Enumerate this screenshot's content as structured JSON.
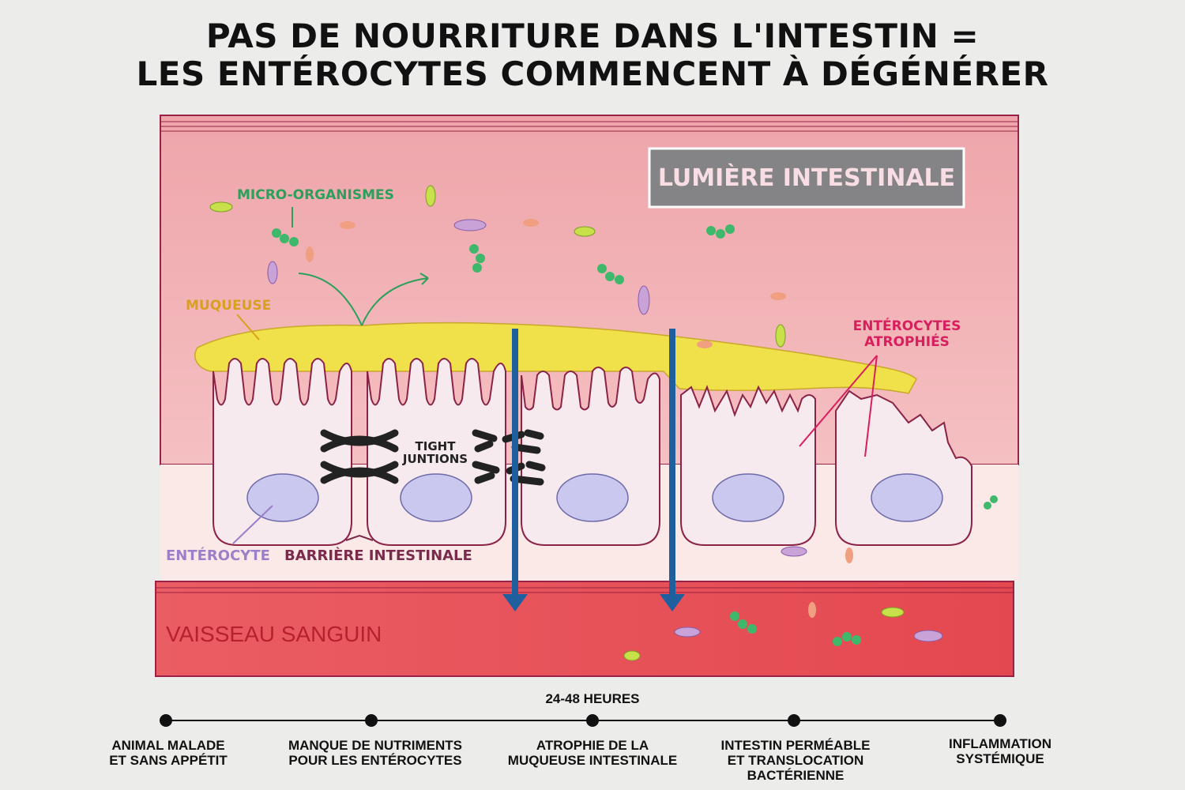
{
  "title": {
    "line1": "PAS DE NOURRITURE DANS L'INTESTIN =",
    "line2": "LES ENTÉROCYTES COMMENCENT À DÉGÉNÉRER"
  },
  "labels": {
    "lumen": "LUMIÈRE INTESTINALE",
    "microorganisms": "MICRO-ORGANISMES",
    "mucus": "MUQUEUSE",
    "atrophied_line1": "ENTÉROCYTES",
    "atrophied_line2": "ATROPHIÉS",
    "tight_line1": "TIGHT",
    "tight_line2": "JUNTIONS",
    "enterocyte": "ENTÉROCYTE",
    "barrier": "BARRIÈRE INTESTINALE",
    "vessel": "VAISSEAU SANGUIN"
  },
  "colors": {
    "lumen_bg": "#f2b5b8",
    "vessel_bg": "#e8595f",
    "mucus": "#f0e04a",
    "cell": "#f5e6ec",
    "nucleus": "#c9c6ee",
    "arrow": "#1f5f9e",
    "green_label": "#2aa05a",
    "mucus_label": "#d9a020",
    "pink_label": "#d81f5e",
    "enterocyte_label": "#9b7fc8",
    "barrier_label": "#7a2a4a",
    "vessel_label": "#b8202c"
  },
  "timeline": {
    "heading": "24-48 HEURES",
    "steps": [
      {
        "line1": "ANIMAL MALADE",
        "line2": "ET SANS APPÉTIT",
        "line3": ""
      },
      {
        "line1": "MANQUE DE NUTRIMENTS",
        "line2": "POUR LES ENTÉROCYTES",
        "line3": ""
      },
      {
        "line1": "ATROPHIE DE LA",
        "line2": "MUQUEUSE INTESTINALE",
        "line3": ""
      },
      {
        "line1": "INTESTIN PERMÉABLE",
        "line2": "ET TRANSLOCATION",
        "line3": "BACTÉRIENNE"
      },
      {
        "line1": "INFLAMMATION",
        "line2": "SYSTÉMIQUE",
        "line3": ""
      }
    ]
  }
}
